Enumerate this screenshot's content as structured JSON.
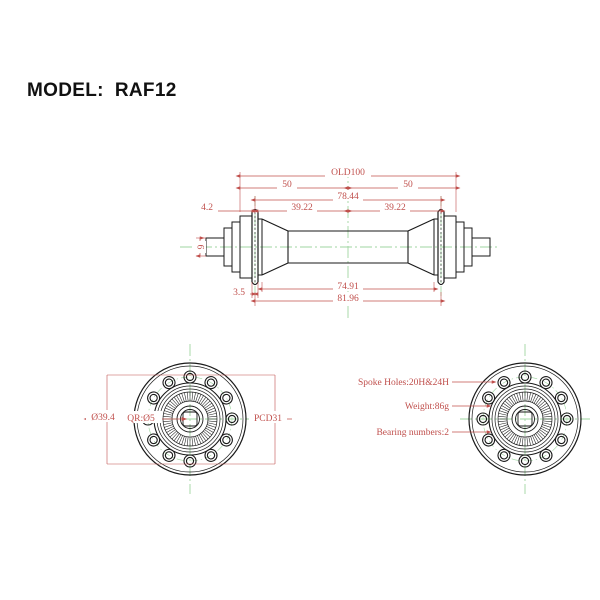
{
  "drawing": {
    "title_label": "MODEL:  RAF12",
    "model_name": "RAF12",
    "colors": {
      "outline": "#1a1a1a",
      "dimension": "#c0504d",
      "centerline": "#9fd6a0",
      "text_title": "#111111",
      "background": "#ffffff"
    }
  },
  "side_view": {
    "dimensions": {
      "old_total": "OLD100",
      "left_half": "50",
      "right_half": "50",
      "flange_span": "78.44",
      "flange_half_left": "39.22",
      "flange_half_right": "39.22",
      "flange_thickness_left": "4.2",
      "axle_height": "9",
      "flange_offset_bottom": "3.5",
      "body_length": "74.91",
      "overall_length": "81.96"
    }
  },
  "front_view_left": {
    "dimensions": {
      "flange_diameter": "Ø39.4",
      "qr_axle": "QR:Ø5",
      "pitch_circle_diameter": "PCD31"
    },
    "spoke_hole_count": 12
  },
  "front_view_right": {
    "annotations": [
      {
        "label": "Spoke Holes:20H&24H"
      },
      {
        "label": "Weight:86g"
      },
      {
        "label": "Bearing numbers:2"
      }
    ],
    "spoke_hole_count": 12
  }
}
